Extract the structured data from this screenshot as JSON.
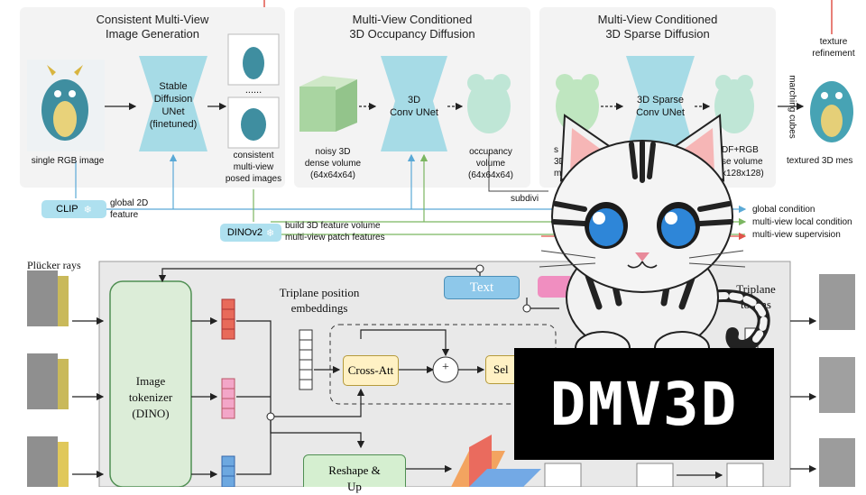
{
  "top": {
    "panel1": {
      "title_line1": "Consistent Multi-View",
      "title_line2": "Image Generation"
    },
    "panel2": {
      "title_line1": "Multi-View Conditioned",
      "title_line2": "3D Occupancy Diffusion"
    },
    "panel3": {
      "title_line1": "Multi-View Conditioned",
      "title_line2": "3D Sparse Diffusion"
    },
    "input_caption": "single RGB image",
    "sd_unet": [
      "Stable",
      "Diffusion",
      "UNet",
      "(finetuned)"
    ],
    "dots": "......",
    "consistent_caption": [
      "consistent",
      "multi-view",
      "posed images"
    ],
    "conv_unet": [
      "3D",
      "Conv UNet"
    ],
    "noisy_caption": [
      "noisy 3D",
      "dense volume",
      "(64x64x64)"
    ],
    "occupancy_caption": [
      "occupancy",
      "volume",
      "(64x64x64)"
    ],
    "subdiv_caption": "subdivi",
    "sparse_unet": [
      "3D Sparse",
      "Conv UNet"
    ],
    "sparse_left_caption": [
      "s",
      "3D",
      "me"
    ],
    "sdf_caption": [
      "DF+RGB",
      "se volume",
      "x128x128)"
    ],
    "texture_refinement": [
      "texture",
      "refinement"
    ],
    "marching_cubes": "marching cubes",
    "textured_caption": "textured 3D mes",
    "clip": "CLIP",
    "global_2d": [
      "global 2D",
      "feature"
    ],
    "dinov2": "DINOv2",
    "dino_captions": [
      "build 3D feature volume",
      "multi-view patch features"
    ],
    "legend": [
      {
        "label": "global condition",
        "color": "#5aa9d6"
      },
      {
        "label": "multi-view local condition",
        "color": "#7bb661"
      },
      {
        "label": "multi-view supervision",
        "color": "#e0554a"
      }
    ]
  },
  "bottom": {
    "plucker": "Plücker rays",
    "tokenizer": [
      "Image",
      "tokenizer",
      "(DINO)"
    ],
    "triplane_pos": [
      "Triplane position",
      "embeddings"
    ],
    "text_button": "Text",
    "cross_att": "Cross-Att",
    "plus": "+",
    "self_att": "Sel",
    "triplane_tokens": [
      "Triplane",
      "tokens"
    ],
    "reshape": [
      "Reshape &",
      "Up"
    ]
  },
  "overlay": {
    "title": "DMV3D",
    "mascot": "cat-mascot"
  },
  "colors": {
    "unet_cyan": "#a6dbe6",
    "clip_box": "#aee0ef",
    "cross_att": "#fff1c4",
    "reshape": "#d5efd0",
    "text_button": "#8ec8ea",
    "token_red": "#e86a5a",
    "token_pink": "#f3a6c8",
    "token_blue": "#6da8e0"
  }
}
